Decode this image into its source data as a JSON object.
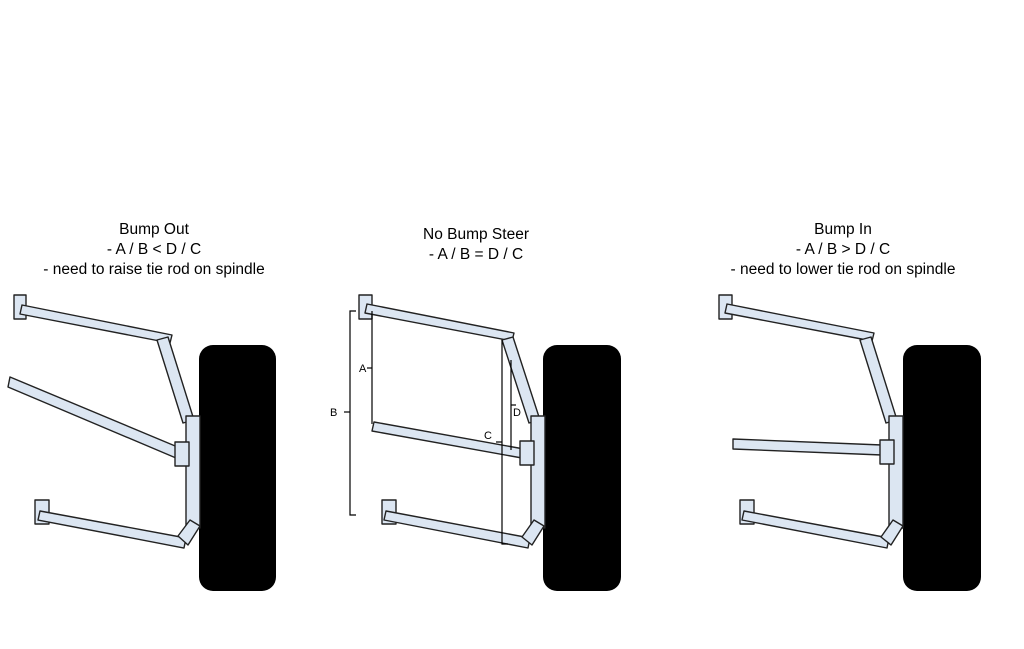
{
  "panels": [
    {
      "title": "Bump Out",
      "lines": [
        "- A / B < D / C",
        "- need to raise tie rod on spindle"
      ]
    },
    {
      "title": "No Bump Steer",
      "lines": [
        "- A / B = D / C"
      ]
    },
    {
      "title": "Bump In",
      "lines": [
        "- A / B > D / C",
        "- need to lower tie rod on spindle"
      ]
    }
  ],
  "dimension_labels": {
    "a": "A",
    "b": "B",
    "c": "C",
    "d": "D"
  },
  "colors": {
    "arm_fill": "#dce6f2",
    "outline": "#222222",
    "tire": "#000000"
  }
}
